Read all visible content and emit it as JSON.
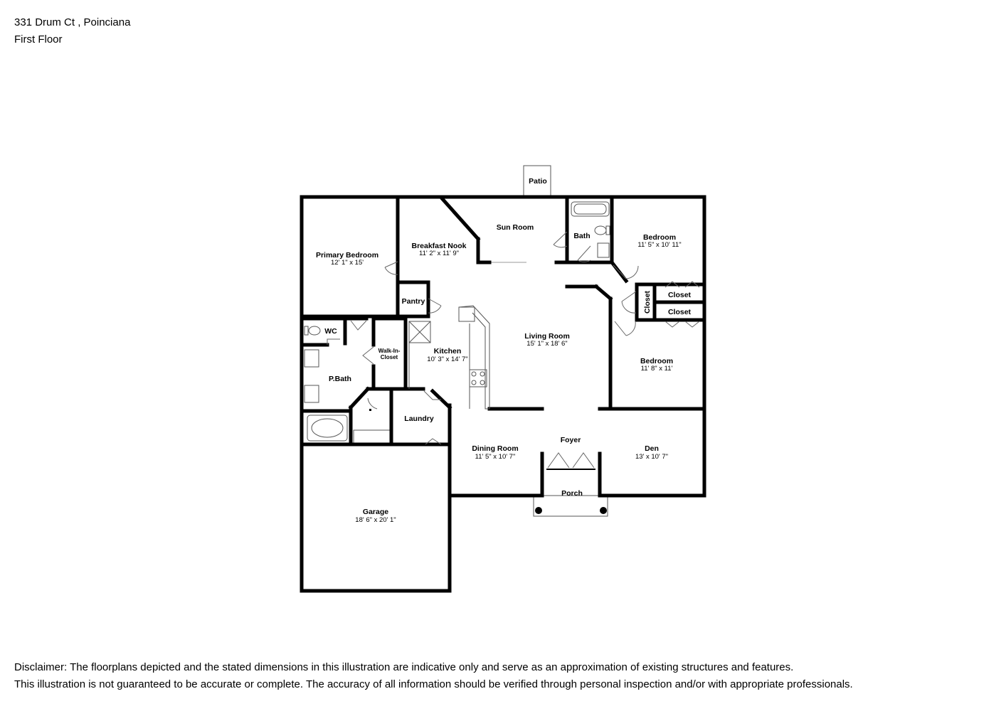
{
  "header": {
    "address": "331 Drum Ct , Poinciana",
    "floor": "First Floor"
  },
  "disclaimer": {
    "line1": "Disclaimer: The floorplans depicted and the stated dimensions in this illustration are indicative only and serve as an approximation of existing structures and features.",
    "line2": "This illustration is not guaranteed to be accurate or complete. The accuracy of all information should be verified through personal inspection and/or with appropriate professionals."
  },
  "rooms": {
    "patio": {
      "label": "Patio"
    },
    "sun_room": {
      "label": "Sun Room"
    },
    "bath": {
      "label": "Bath"
    },
    "bedroom_ne": {
      "label": "Bedroom",
      "dims": "11' 5\" x 10' 11\""
    },
    "primary_bedroom": {
      "label": "Primary Bedroom",
      "dims": "12' 1\" x 15'"
    },
    "breakfast_nook": {
      "label": "Breakfast Nook",
      "dims": "11' 2\" x 11' 9\""
    },
    "pantry": {
      "label": "Pantry"
    },
    "closet_vertical": {
      "label": "Closet"
    },
    "closet_1": {
      "label": "Closet"
    },
    "closet_2": {
      "label": "Closet"
    },
    "wc": {
      "label": "WC"
    },
    "walk_in_closet": {
      "label1": "Walk-In-",
      "label2": "Closet"
    },
    "kitchen": {
      "label": "Kitchen",
      "dims": "10' 3\" x 14' 7\""
    },
    "living_room": {
      "label": "Living Room",
      "dims": "15' 1\" x 18' 6\""
    },
    "bedroom_e": {
      "label": "Bedroom",
      "dims": "11' 8\" x 11'"
    },
    "p_bath": {
      "label": "P.Bath"
    },
    "laundry": {
      "label": "Laundry"
    },
    "dining_room": {
      "label": "Dining Room",
      "dims": "11' 5\" x 10' 7\""
    },
    "foyer": {
      "label": "Foyer"
    },
    "den": {
      "label": "Den",
      "dims": "13' x 10' 7\""
    },
    "porch": {
      "label": "Porch"
    },
    "garage": {
      "label": "Garage",
      "dims": "18' 6\" x 20' 1\""
    }
  }
}
